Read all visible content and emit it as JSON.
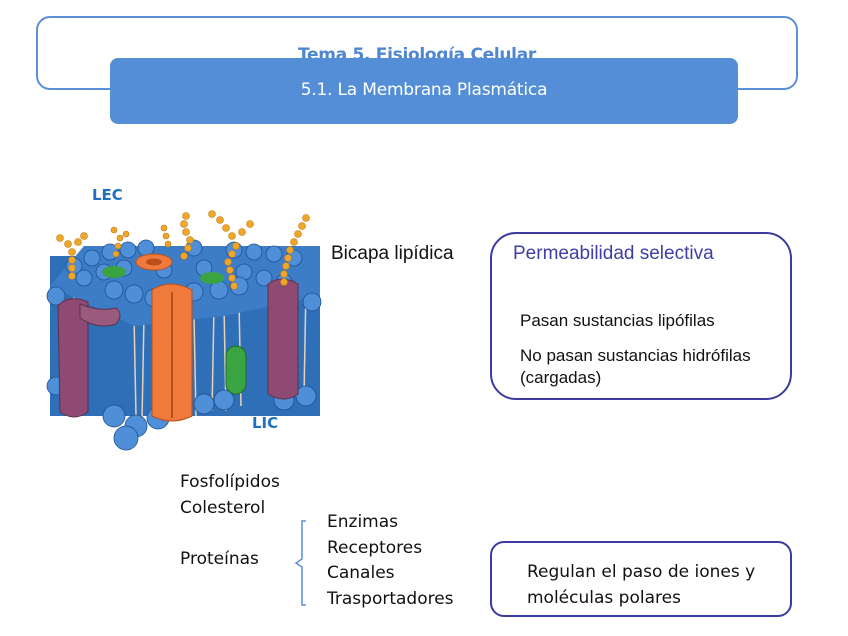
{
  "header": {
    "topic": "Tema 5. Fisiología Celular",
    "subtopic": "5.1. La Membrana Plasmática"
  },
  "figure": {
    "label_outside": "LEC",
    "label_inside": "LIC",
    "description": "membrane-bilayer-illustration"
  },
  "bilayer_label": "Bicapa lipídica",
  "permeability": {
    "title": "Permeabilidad selectiva",
    "line1": "Pasan sustancias lipófilas",
    "line2": "No pasan sustancias hidrófilas (cargadas)"
  },
  "components": {
    "phospholipids": "Fosfolípidos",
    "cholesterol": "Colesterol",
    "proteins": "Proteínas",
    "protein_types": [
      "Enzimas",
      "Receptores",
      "Canales",
      "Trasportadores"
    ]
  },
  "regulation": {
    "text_line1": "Regulan el paso de iones y",
    "text_line2": "moléculas polares"
  },
  "colors": {
    "accent_blue": "#548ed6",
    "outline_blue": "#5b8fd6",
    "box_border": "#3c3ca0",
    "label_blue": "#1f6fc3"
  }
}
